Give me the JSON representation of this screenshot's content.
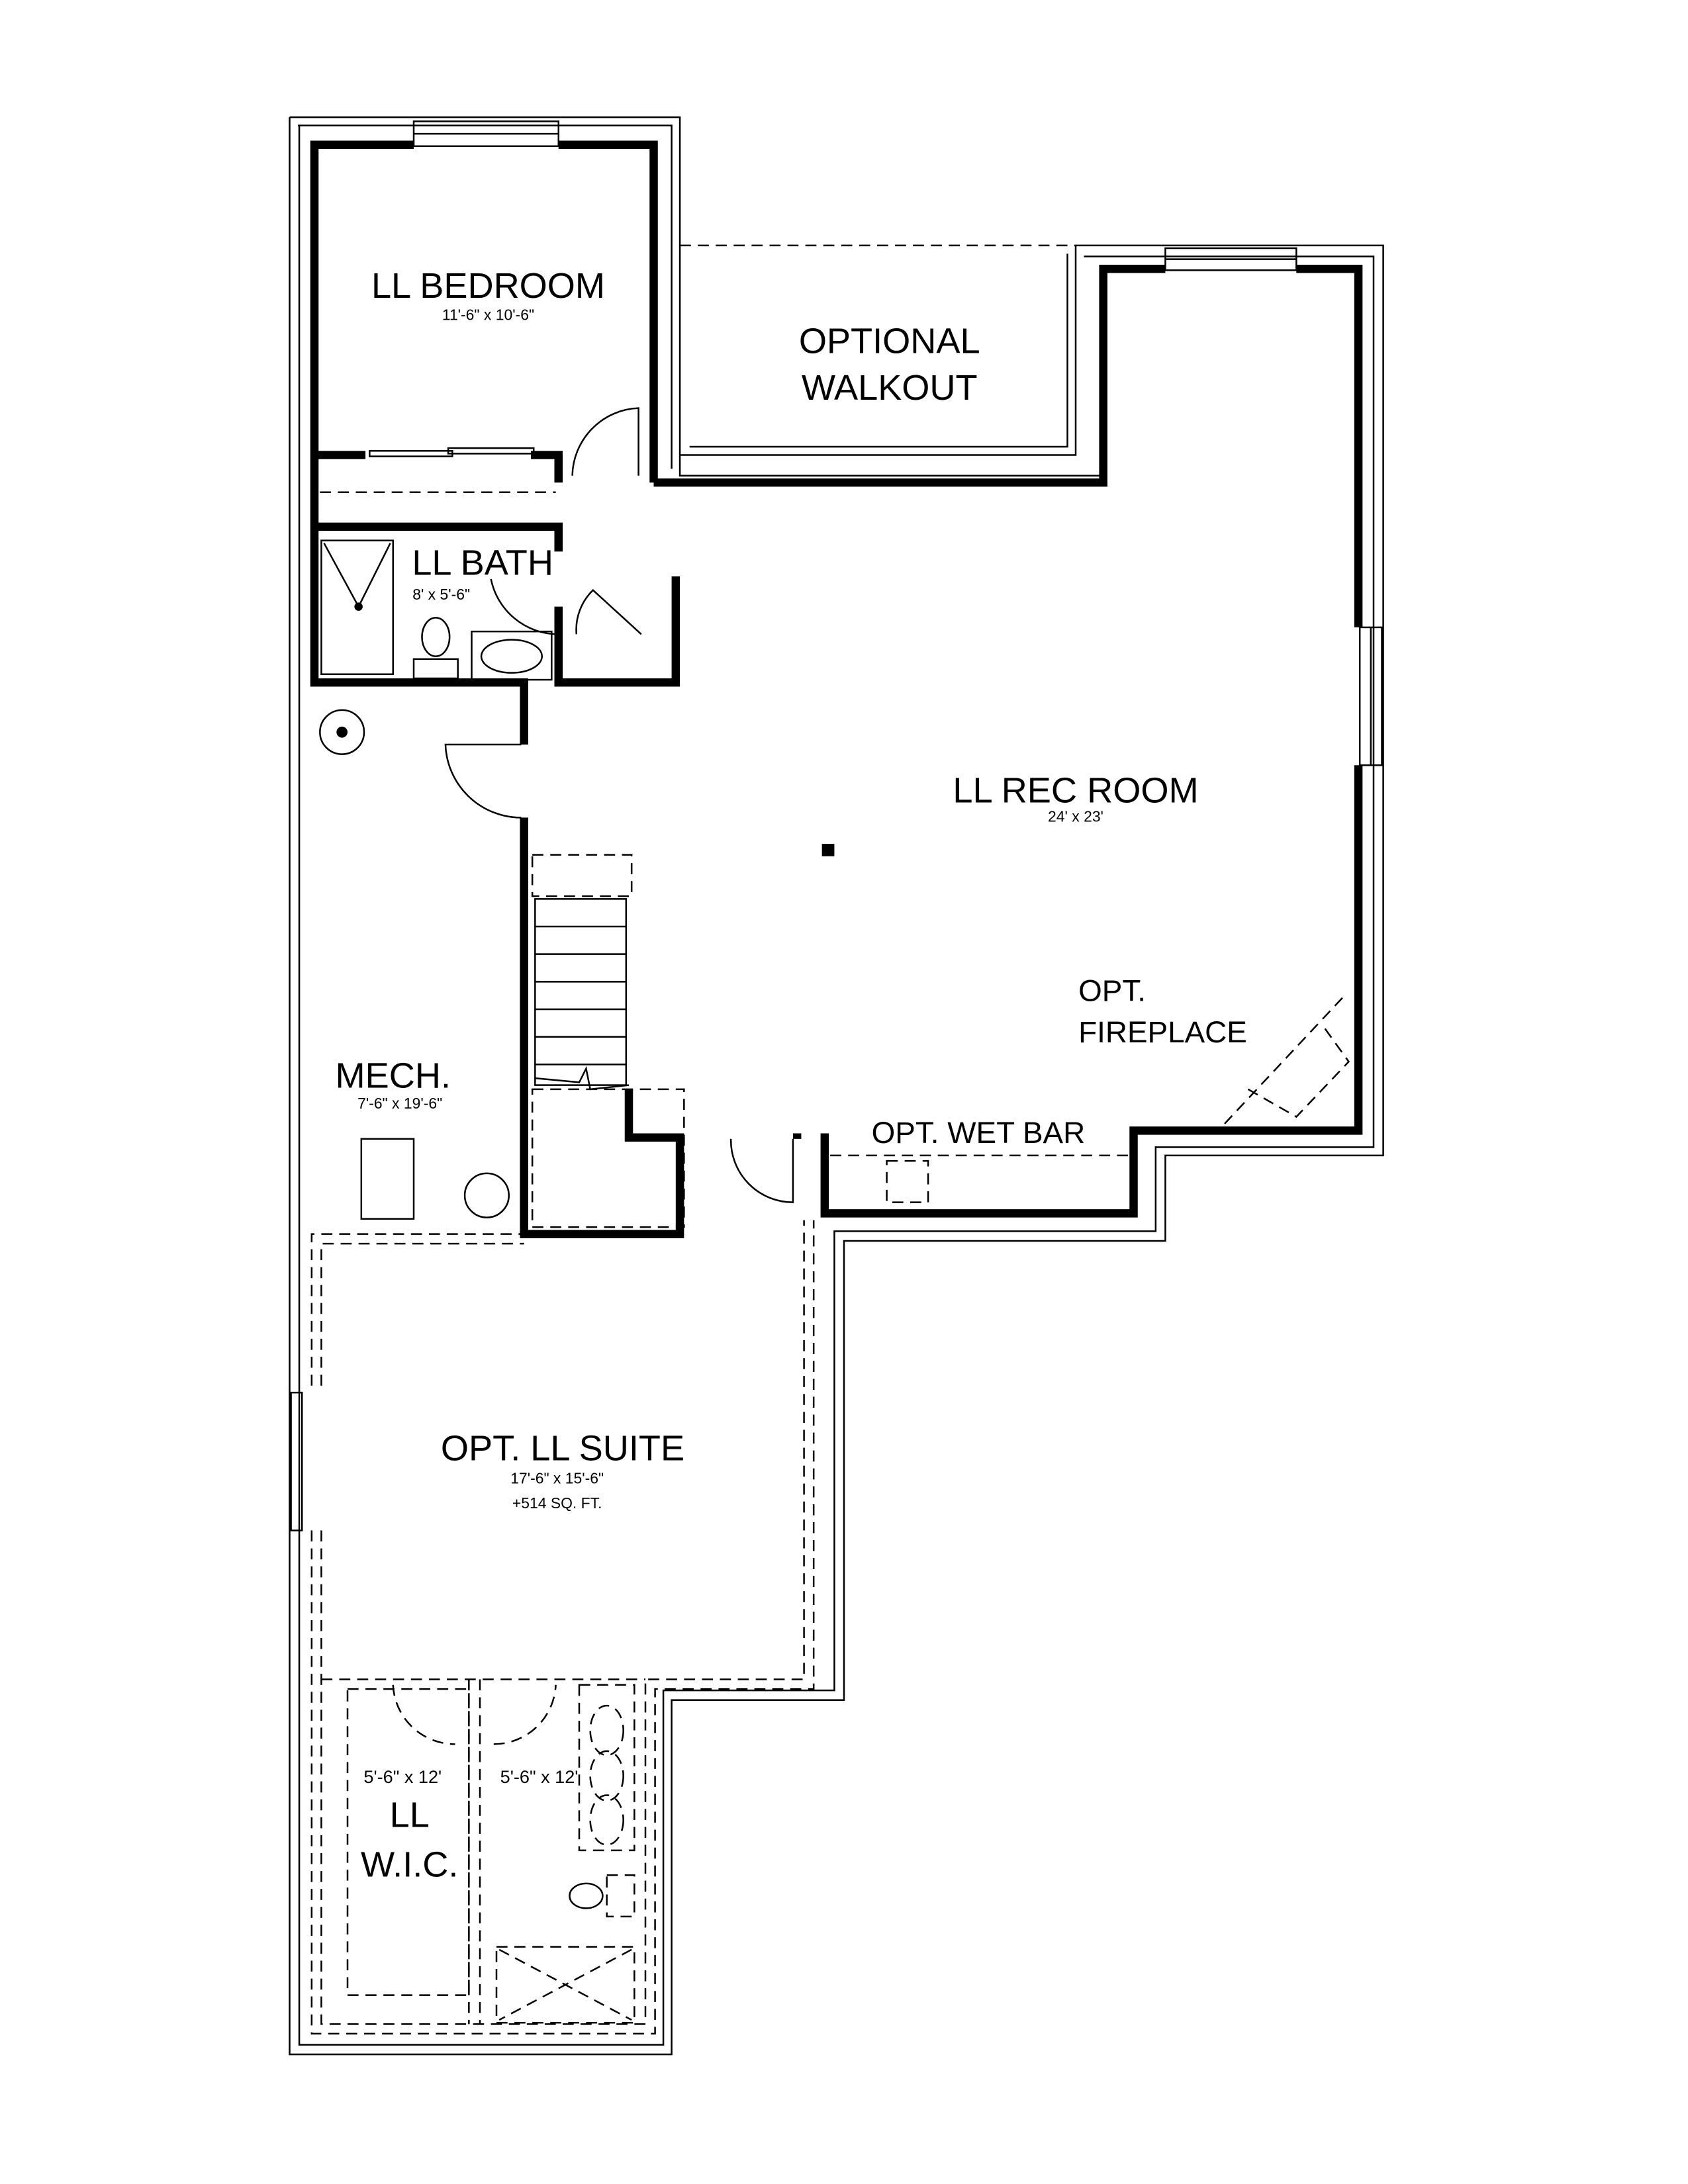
{
  "rooms": {
    "bedroom": {
      "name": "LL BEDROOM",
      "dims": "11'-6\" x 10'-6\""
    },
    "walkout": {
      "line1": "OPTIONAL",
      "line2": "WALKOUT"
    },
    "bath": {
      "name": "LL BATH",
      "dims": "8' x 5'-6\""
    },
    "rec_room": {
      "name": "LL REC ROOM",
      "dims": "24' x 23'"
    },
    "fireplace": {
      "line1": "OPT.",
      "line2": "FIREPLACE"
    },
    "mech": {
      "name": "MECH.",
      "dims": "7'-6\" x 19'-6\""
    },
    "wet_bar": {
      "name": "OPT. WET BAR"
    },
    "suite": {
      "name": "OPT. LL SUITE",
      "dims": "17'-6\"  x  15'-6\"",
      "area": "+514 SQ. FT."
    },
    "wic": {
      "line1": "LL",
      "line2": "W.I.C.",
      "dims": "5'-6\" x 12'"
    },
    "suite_bath": {
      "dims": "5'-6\" x 12'"
    }
  }
}
